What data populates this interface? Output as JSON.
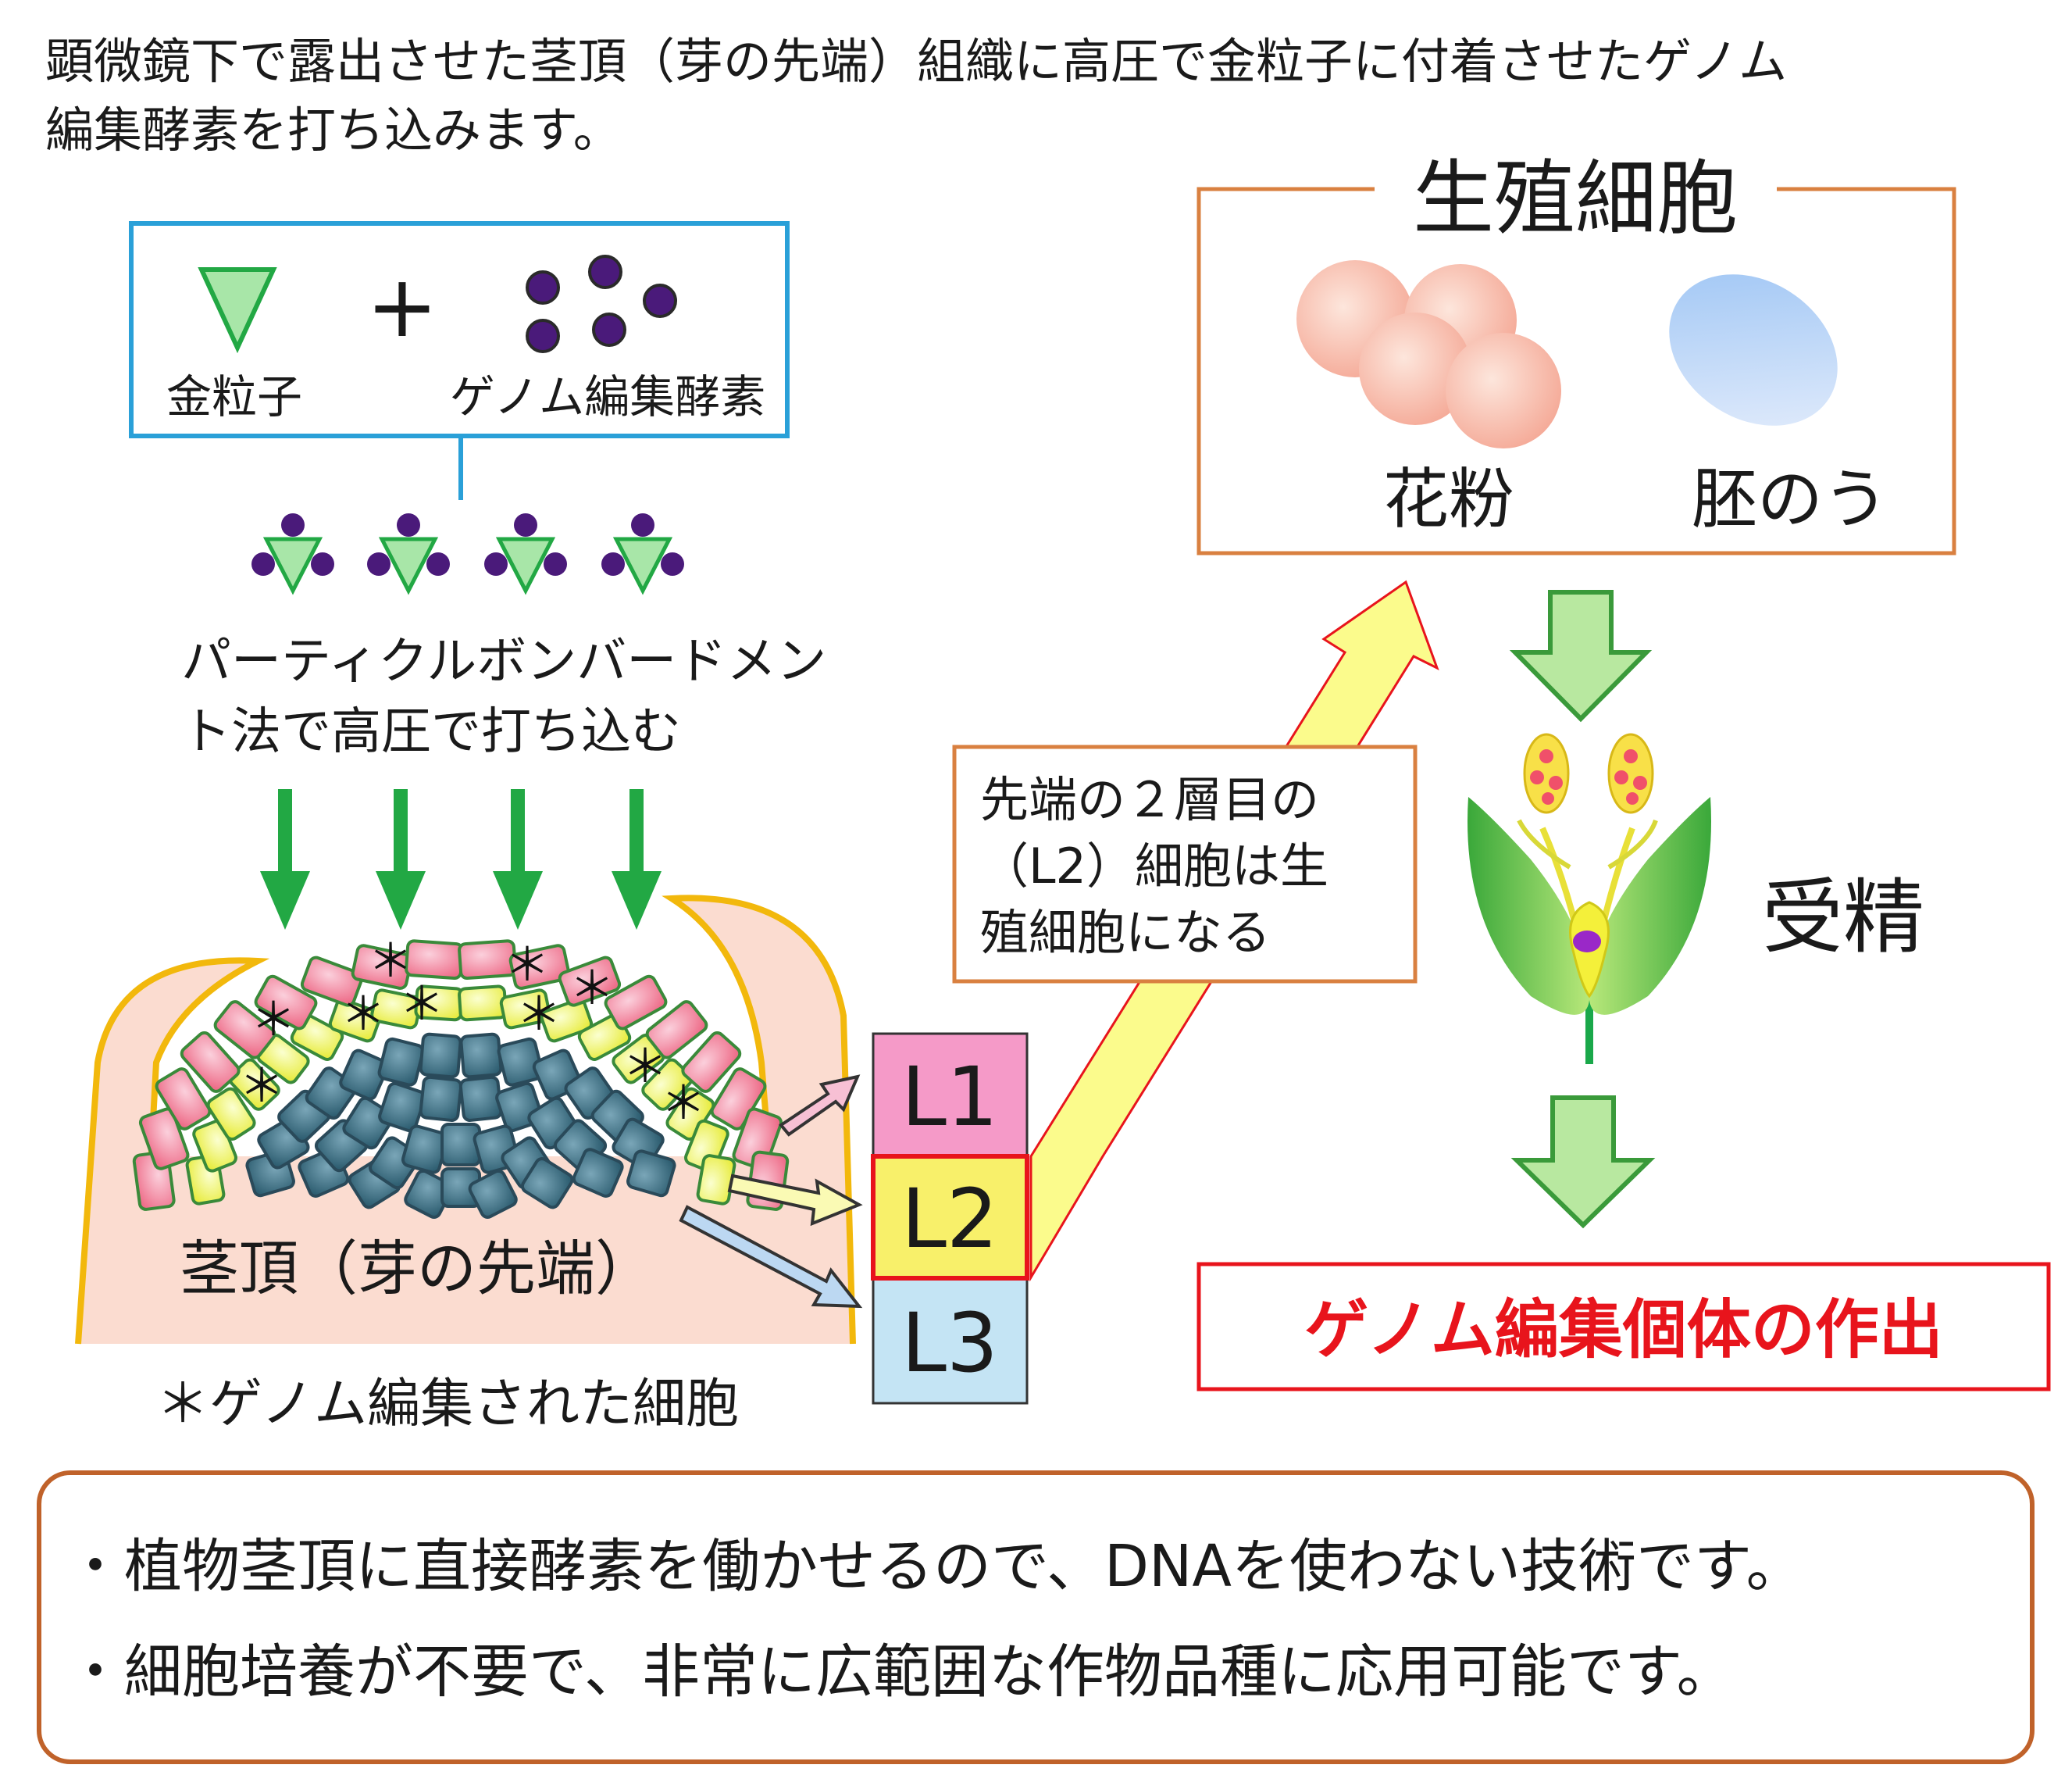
{
  "intro": {
    "line1": "顕微鏡下で露出させた茎頂（芽の先端）組織に高圧で金粒子に付着させたゲノム",
    "line2": "編集酵素を打ち込みます。"
  },
  "materials": {
    "plus": "+",
    "gold_label": "金粒子",
    "enzyme_label": "ゲノム編集酵素"
  },
  "method": {
    "line1": "パーティクルボンバードメン",
    "line2": "ト法で高圧で打ち込む"
  },
  "shoot_apex": {
    "label": "茎頂（芽の先端）",
    "edited_note": "＊ゲノム編集された細胞",
    "star": "＊"
  },
  "layers": [
    "L1",
    "L2",
    "L3"
  ],
  "l2_note": {
    "line1": "先端の２層目の",
    "line2": "（L2）細胞は生",
    "line3": "殖細胞になる"
  },
  "germ_cells": {
    "title": "生殖細胞",
    "pollen": "花粉",
    "embryo_sac": "胚のう"
  },
  "fertilization": "受精",
  "result": "ゲノム編集個体の作出",
  "summary": {
    "line1": "・植物茎頂に直接酵素を働かせるので、DNAを使わない技術です。",
    "line2": "・細胞培養が不要で、非常に広範囲な作物品種に応用可能です。"
  },
  "colors": {
    "blue_box": "#2aa0d8",
    "orange_box": "#d98040",
    "summary_box": "#c0622a",
    "result_red": "#e8141c",
    "l1": "#f59ac8",
    "l2": "#f8f06a",
    "l3": "#c4e4f4",
    "green_arrow": "#22a844",
    "gold": "#a8e6a8",
    "enzyme": "#4a1a7a"
  }
}
